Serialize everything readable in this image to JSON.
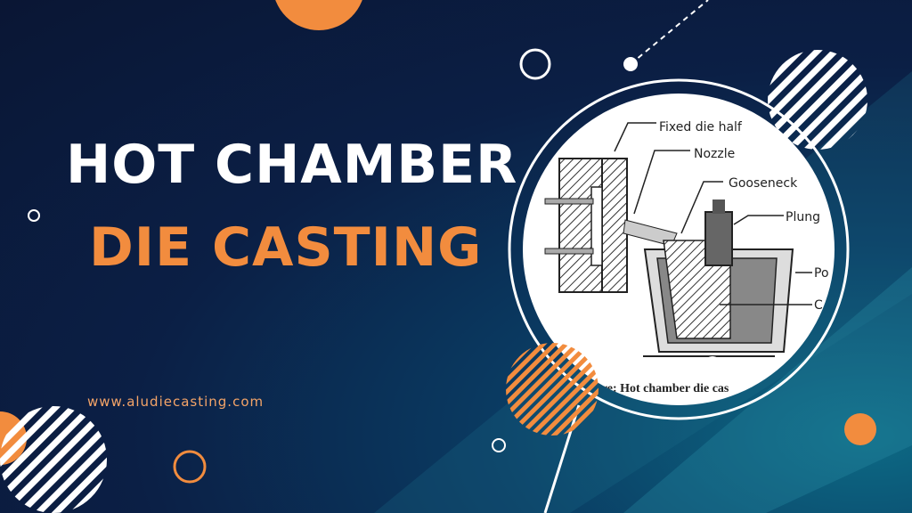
{
  "headline": {
    "line1": "HOT CHAMBER",
    "line2": "DIE CASTING"
  },
  "website": "www.aludiecasting.com",
  "diagram": {
    "labels": {
      "fixed_die_half": "Fixed die half",
      "nozzle": "Nozzle",
      "gooseneck": "Gooseneck",
      "plunger": "Plung",
      "pot": "Po",
      "chamber": "C"
    },
    "caption": "ure: Hot chamber die cas"
  },
  "colors": {
    "accent": "#f28c3e",
    "background": "#0b1f45",
    "text": "#ffffff"
  }
}
